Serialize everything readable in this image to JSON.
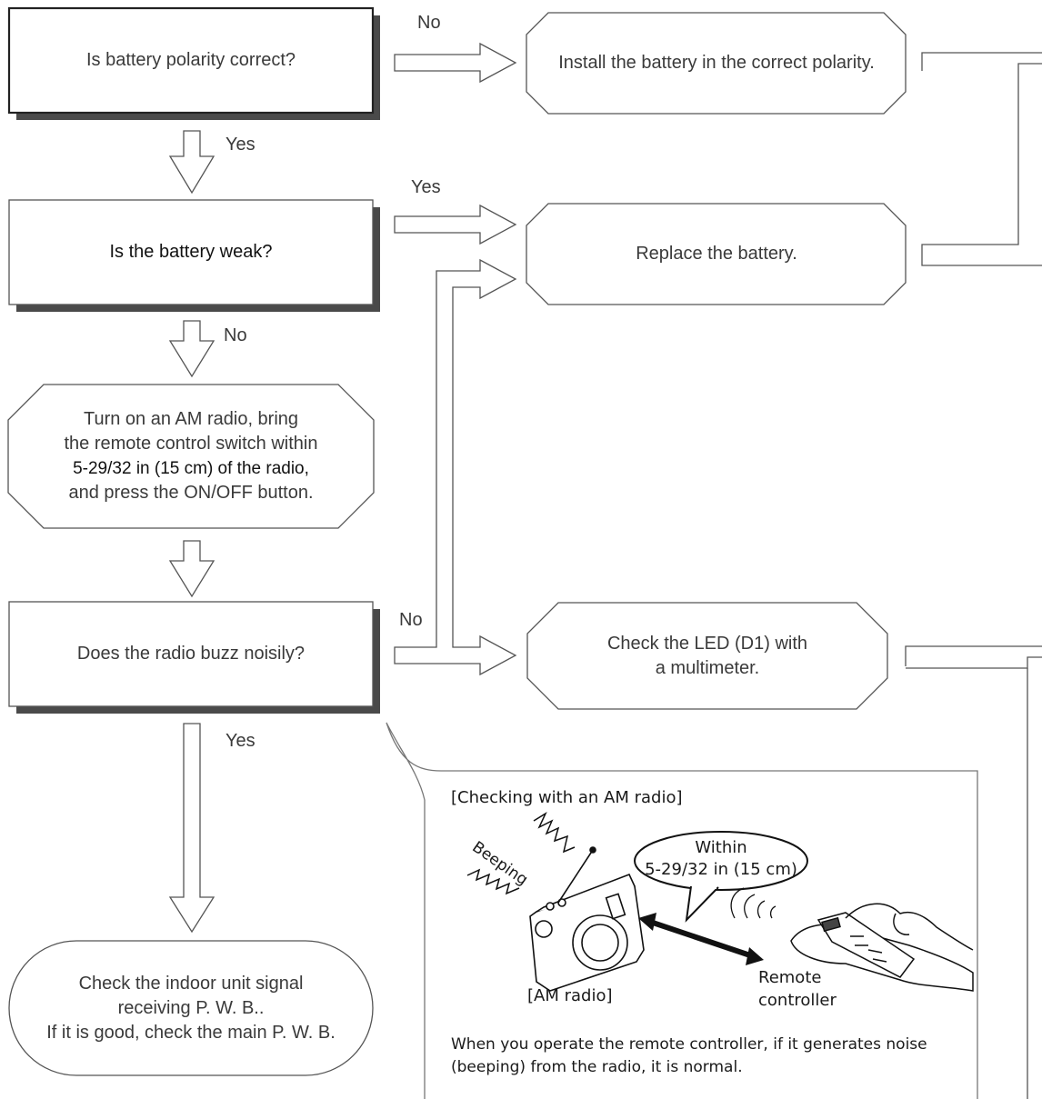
{
  "decisions": {
    "polarity": "Is battery polarity correct?",
    "weak": "Is the battery weak?",
    "buzz": "Does the radio buzz noisily?"
  },
  "actions": {
    "install": "Install the battery in the correct polarity.",
    "replace": "Replace the battery.",
    "radio_lines": [
      "Turn on an AM radio, bring",
      "the remote control switch within",
      "5-29/32 in (15 cm)  of the radio,",
      "and press  the ON/OFF button."
    ],
    "led_lines": [
      "Check the LED (D1) with",
      "a multimeter."
    ],
    "signal_lines": [
      "Check the indoor unit signal",
      "receiving P. W. B..",
      "If it is good, check the main P. W. B."
    ]
  },
  "branch_labels": {
    "polarity_no": "No",
    "polarity_yes": "Yes",
    "weak_yes": "Yes",
    "weak_no": "No",
    "buzz_no": "No",
    "buzz_yes": "Yes"
  },
  "callout": {
    "heading": "[Checking with an AM radio]",
    "beeping": "Beeping",
    "bubble_line1": "Within",
    "bubble_line2": "5-29/32 in (15 cm)",
    "radio_label": "[AM radio]",
    "remote_line1": "Remote",
    "remote_line2": "controller",
    "footer_line1": "When you operate the remote controller, if it generates noise",
    "footer_line2": "(beeping) from the radio, it is normal."
  }
}
